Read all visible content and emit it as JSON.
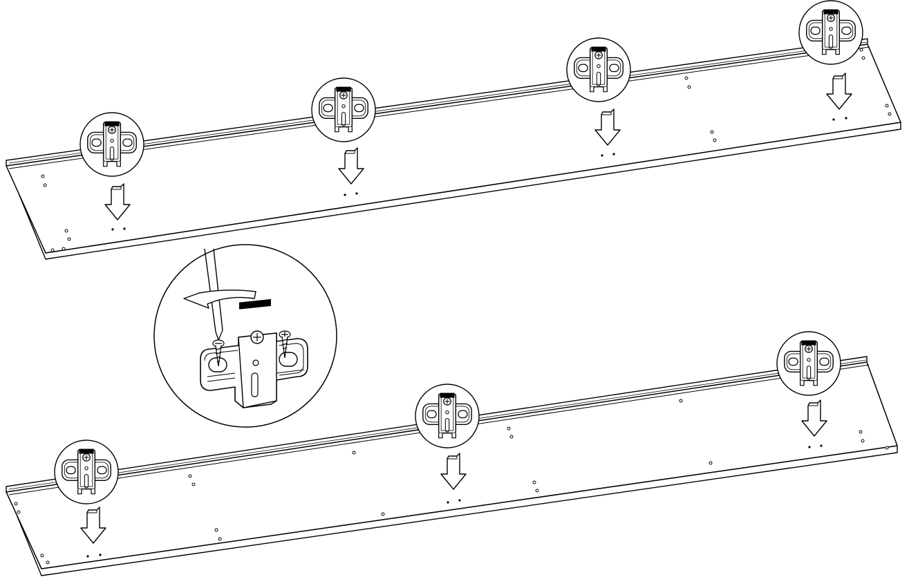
{
  "figure": {
    "kind": "assembly-instruction",
    "line_color": "#000000",
    "fill_color": "#ffffff",
    "hardware": "mounting-plate",
    "tool": "screwdriver",
    "panels": [
      {
        "id": "upper-panel",
        "plate_count": 4
      },
      {
        "id": "lower-panel",
        "plate_count": 3
      }
    ],
    "detail_callout": {
      "shows": "screwdriver-fastening-plate",
      "screw_count": 3
    }
  }
}
